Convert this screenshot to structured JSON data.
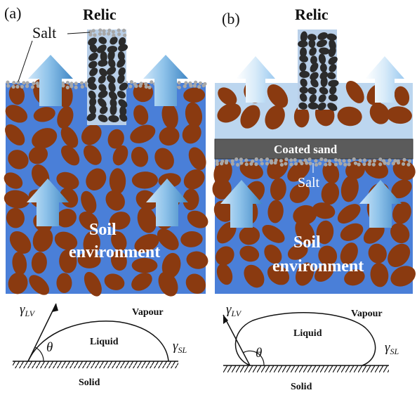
{
  "panel_a": {
    "tag": "(a)",
    "relic": "Relic",
    "salt": "Salt",
    "soil_line1": "Soil",
    "soil_line2": "environment",
    "contact": {
      "vapour": "Vapour",
      "liquid": "Liquid",
      "solid": "Solid",
      "gamma_lv": "γ",
      "gamma_lv_sub": "LV",
      "gamma_sl": "γ",
      "gamma_sl_sub": "SL",
      "theta": "θ"
    }
  },
  "panel_b": {
    "tag": "(b)",
    "relic": "Relic",
    "coated_sand": "Coated sand",
    "salt": "Salt",
    "soil_line1": "Soil",
    "soil_line2": "environment",
    "contact": {
      "vapour": "Vapour",
      "liquid": "Liquid",
      "solid": "Solid",
      "gamma_lv": "γ",
      "gamma_lv_sub": "LV",
      "gamma_sl": "γ",
      "gamma_sl_sub": "SL",
      "theta": "θ"
    }
  },
  "colors": {
    "soil_water": "#4a7fd8",
    "upper_water_b": "#bcd6ef",
    "particle": "#8a3a10",
    "relic_stone": "#2b2b2b",
    "relic_bg": "#b9cfe8",
    "coated_band": "#5b5b5b",
    "salt": "#a8a8a8",
    "arrow": "#8fc3ea"
  }
}
